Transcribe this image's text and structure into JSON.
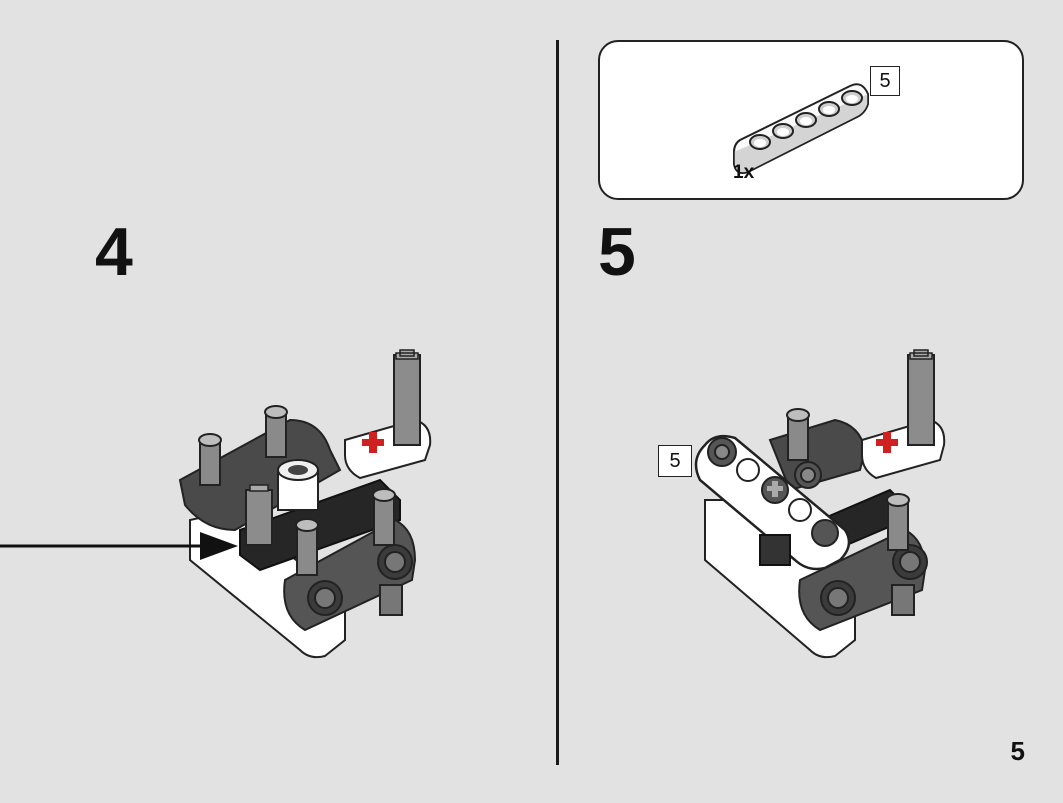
{
  "steps": [
    {
      "number": "4"
    },
    {
      "number": "5"
    }
  ],
  "parts_list": {
    "items": [
      {
        "quantity": "1x",
        "length_tag": "5",
        "part": "beam",
        "color": "#ffffff"
      }
    ]
  },
  "callout": {
    "length_tag": "5"
  },
  "page_number": "5",
  "colors": {
    "background": "#e2e2e2",
    "dark_grey": "#3b3b3b",
    "medium_grey": "#7a7a7a",
    "light_grey": "#b9b9b9",
    "white_part": "#ffffff",
    "red_axle_hole": "#d02020",
    "black_beam": "#222222"
  }
}
